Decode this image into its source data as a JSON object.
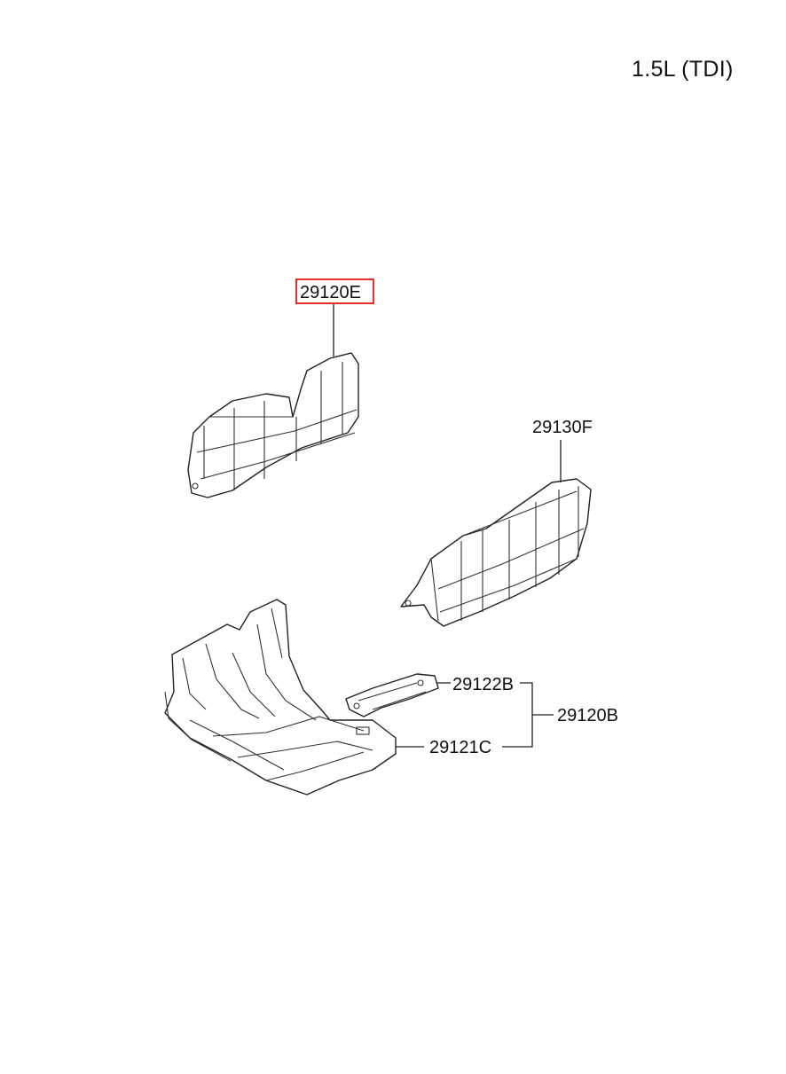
{
  "engine_variant": "1.5L (TDI)",
  "callouts": {
    "upper_cover": "29120E",
    "side_cover": "29130F",
    "bracket": "29122B",
    "under_cover": "29121C",
    "assembly": "29120B"
  },
  "colors": {
    "highlight": "#e0302a",
    "line": "#222222",
    "background": "#ffffff"
  },
  "highlighted_callout": "29120E"
}
